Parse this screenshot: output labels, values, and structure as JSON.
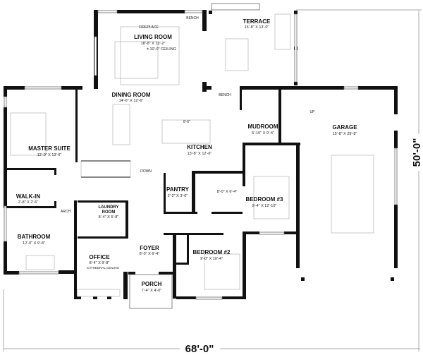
{
  "rooms": {
    "living": {
      "name": "LIVING ROOM",
      "dims": "18'-8\" X 13'-2\"",
      "note": "± 10'-0\" CEILING"
    },
    "fireplace": "FIREPLACE",
    "bench_living": "BENCH",
    "terrace": {
      "name": "TERRACE",
      "dims": "15'-8\" X 13'-0\""
    },
    "dining": {
      "name": "DINING ROOM",
      "dims": "14'-6\" X 12'-6\""
    },
    "master": {
      "name": "MASTER SUITE",
      "dims": "12'-0\" X 13'-6\""
    },
    "kitchen": {
      "name": "KITCHEN",
      "dims": "13'-8\" X 12'-6\"",
      "island": "8'-6\""
    },
    "bench_mud": "BENCH",
    "mudroom": {
      "name": "MUDROOM",
      "dims": "5'-10\" X 9'-4\""
    },
    "garage": {
      "name": "GARAGE",
      "dims": "15'-8\" X 29'-8\""
    },
    "walkin": {
      "name": "WALK-IN",
      "dims": "2'-8\" X 2'-6\""
    },
    "arch": "ARCH",
    "laundry": {
      "name1": "LAUNDRY",
      "name2": "ROOM",
      "dims": "8'-4\" X 5'-8\""
    },
    "bathroom": {
      "name": "BATHROOM",
      "dims": "12'-0\" X 9'-8\""
    },
    "office": {
      "name": "OFFICE",
      "dims": "8'-4\" X 9'-8\"",
      "note": "CATHEDRAL CEILING"
    },
    "foyer": {
      "name": "FOYER",
      "dims": "8'-0\" X 6'-4\""
    },
    "bedroom2": {
      "name": "BEDROOM #2",
      "dims": "9'-0\" X 10'-4\""
    },
    "porch": {
      "name": "PORCH",
      "dims": "7'-4\" X 4'-0\""
    },
    "pantry": {
      "name": "PANTRY",
      "dims": "2'-2\" X 3'-0\""
    },
    "bath2": {
      "dims": "8'-0\" X 6'-4\""
    },
    "bedroom3": {
      "name": "BEDROOM #3",
      "dims": "9'-4\" X 12'-10\""
    },
    "stairs_down": "DOWN",
    "step_up": "UP"
  },
  "dimensions": {
    "width": "68'-0\"",
    "depth": "50'-0\""
  }
}
